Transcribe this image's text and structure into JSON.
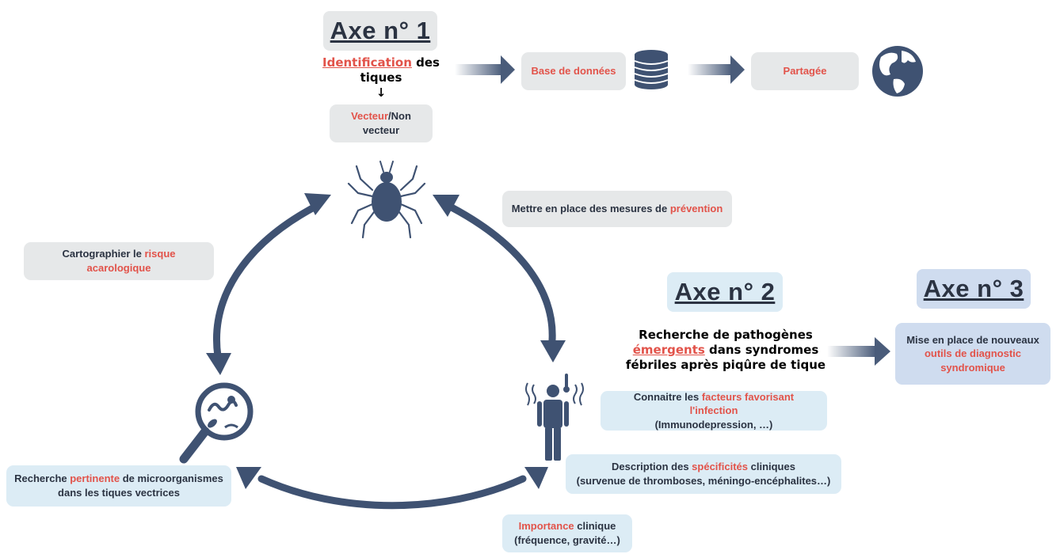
{
  "colors": {
    "accent": "#e2534a",
    "dark": "#2b3342",
    "arrow": "#3f5272",
    "grey_box": "#e6e8e9",
    "blue_box": "#dcecf5"
  },
  "axe1": {
    "title": "Axe n° 1",
    "ident_red": "Identification",
    "ident_rest": " des",
    "ident_line2": "tiques",
    "down_arrow": "↓",
    "vecteur_red": "Vecteur",
    "vecteur_rest": "/Non vecteur",
    "base": "Base de données",
    "partagee": "Partagée"
  },
  "axe2": {
    "title": "Axe n° 2",
    "line1": "Recherche de pathogènes",
    "line2_red": "émergents",
    "line2_rest": " dans syndromes",
    "line3": "fébriles après piqûre de tique"
  },
  "axe3": {
    "title": "Axe n° 3",
    "line1": "Mise en place de nouveaux",
    "line2_red": "outils de diagnostic",
    "line3_red": "syndromique"
  },
  "labels": {
    "prevention_pre": "Mettre en place des mesures de ",
    "prevention_red": "prévention",
    "carto_pre": "Cartographier le ",
    "carto_red": "risque acarologique",
    "facteurs_pre": "Connaitre les ",
    "facteurs_red": "facteurs favorisant l'infection",
    "facteurs_line2": "(Immunodepression, …)",
    "desc_pre": "Description des ",
    "desc_red": "spécificités",
    "desc_post": " cliniques",
    "desc_line2": "(survenue de thromboses, méningo-encéphalites…)",
    "recherche_pre": "Recherche ",
    "recherche_red": "pertinente",
    "recherche_post": " de microorganismes",
    "recherche_line2": "dans les tiques vectrices",
    "importance_red": "Importance",
    "importance_post": " clinique",
    "importance_line2": "(fréquence, gravité…)"
  },
  "icons": [
    "tick-icon",
    "database-icon",
    "globe-icon",
    "magnifier-microbe-icon",
    "sick-person-icon"
  ]
}
